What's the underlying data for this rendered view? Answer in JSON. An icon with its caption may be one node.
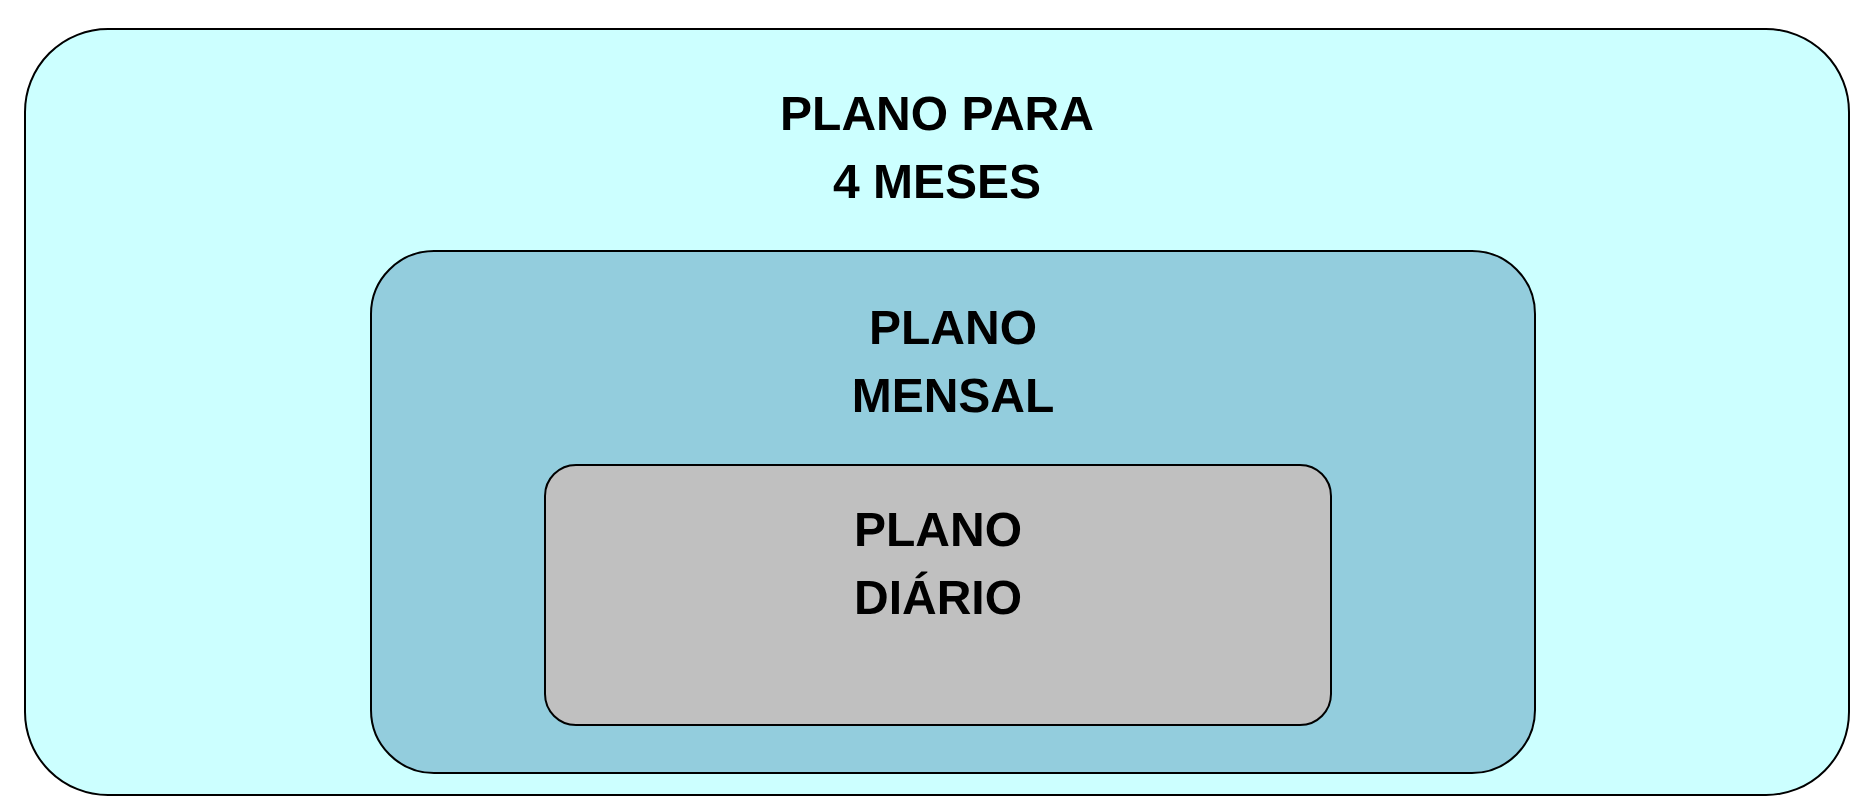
{
  "diagram": {
    "nodes": [
      {
        "text": [
          "PLANO PARA 4 MESES"
        ]
      },
      {
        "text": [
          "PLANO MENSAL"
        ],
        "in": 0
      },
      {
        "text": [
          "PLANO DIÁRIO"
        ],
        "in": 1
      }
    ]
  }
}
